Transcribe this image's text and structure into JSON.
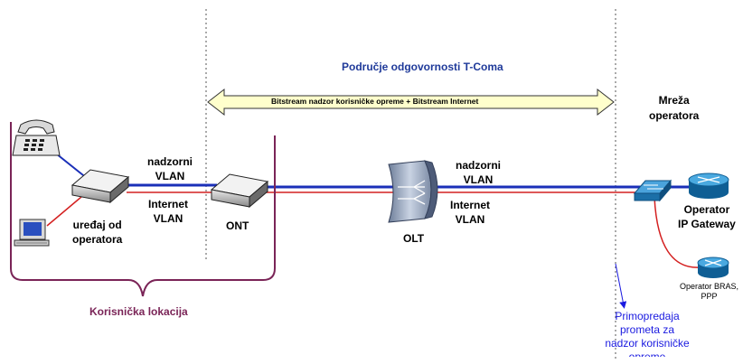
{
  "title": "Područje odgovornosti T-Coma",
  "arrow_label": "Bitstream nadzor korisničke opreme + Bitstream Internet",
  "operator_network": [
    "Mreža",
    "operatora"
  ],
  "user_location": "Korisnička lokacija",
  "labels": {
    "vlan_nadzorni_left": [
      "nadzorni",
      "VLAN"
    ],
    "vlan_internet_left": [
      "Internet",
      "VLAN"
    ],
    "vlan_nadzorni_right": [
      "nadzorni",
      "VLAN"
    ],
    "vlan_internet_right": [
      "Internet",
      "VLAN"
    ],
    "customer_device": [
      "uređaj od",
      "operatora"
    ],
    "ont": "ONT",
    "olt": "OLT",
    "ip_gateway": [
      "Operator",
      "IP Gateway"
    ],
    "bras": [
      "Operator BRAS,",
      "PPP"
    ],
    "handover": [
      "Primopredaja",
      "prometa za",
      "nadzor korisničke",
      "opreme"
    ]
  },
  "colors": {
    "blue_link": "#1a2fb8",
    "red_link": "#d42020",
    "purple_bracket": "#7a2457",
    "title_blue": "#1f3a9a",
    "handover_blue": "#1a1ae0",
    "arrow_fill": "#ffffcc"
  }
}
